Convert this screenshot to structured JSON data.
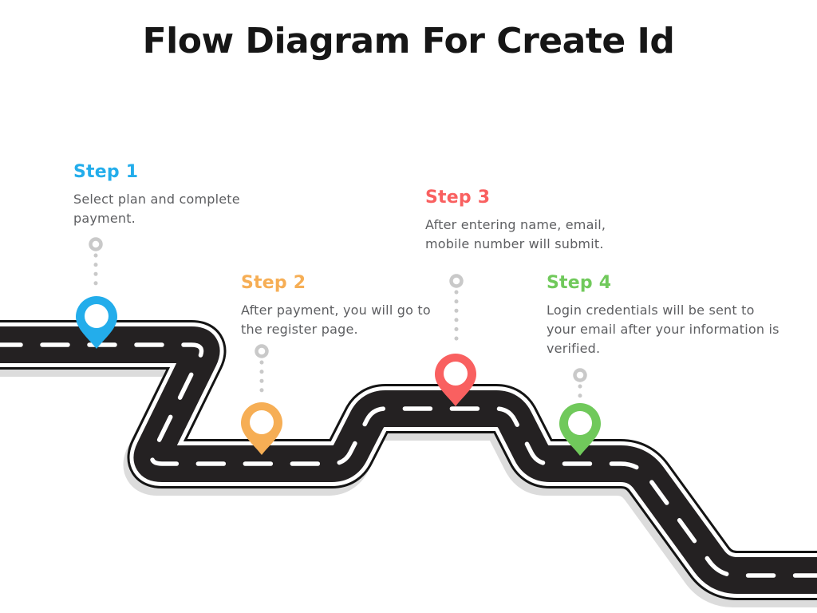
{
  "title": "Flow Diagram For Create Id",
  "title_color": "#161616",
  "text_color": "#5D5E61",
  "steps": [
    {
      "label": "Step 1",
      "description": "Select plan and complete payment.",
      "color": "#23ADEB"
    },
    {
      "label": "Step 2",
      "description": "After payment, you will go to the register page.",
      "color": "#F6AE55"
    },
    {
      "label": "Step 3",
      "description": "After entering name, email, mobile number will submit.",
      "color": "#F96060"
    },
    {
      "label": "Step 4",
      "description": "Login credentials will be sent to your email after your information is verified.",
      "color": "#70C95B"
    }
  ],
  "road": {
    "asphalt_color": "#242122",
    "outline_color": "#141414",
    "lane_color": "#FFFFFF",
    "shadow_color": "#DCDCDC",
    "connector_color": "#C9C9C9",
    "pin_hole_color": "#FFFFFF"
  }
}
